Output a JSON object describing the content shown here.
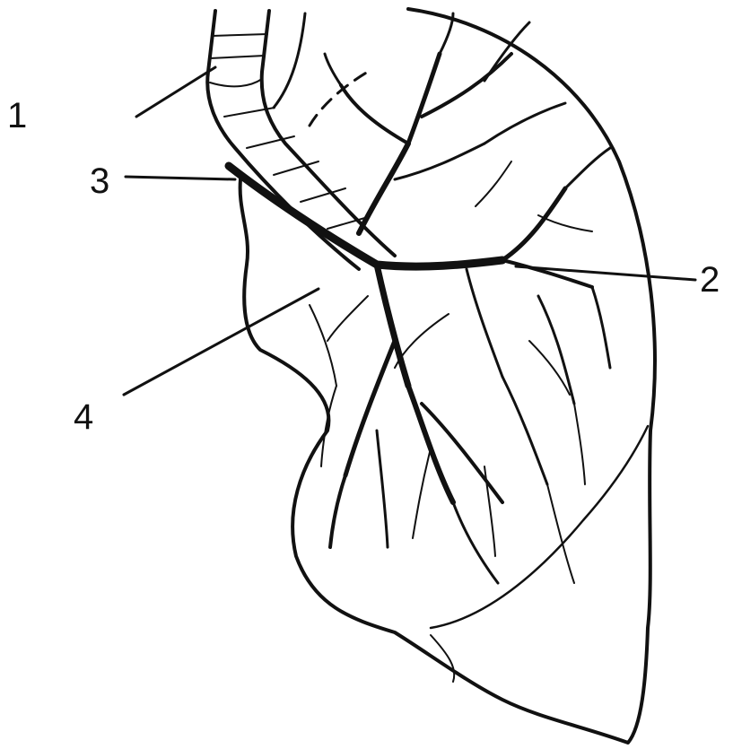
{
  "diagram": {
    "labels": [
      "1",
      "2",
      "3",
      "4"
    ],
    "colors": {
      "ink": "#111111",
      "background": "#ffffff"
    }
  }
}
